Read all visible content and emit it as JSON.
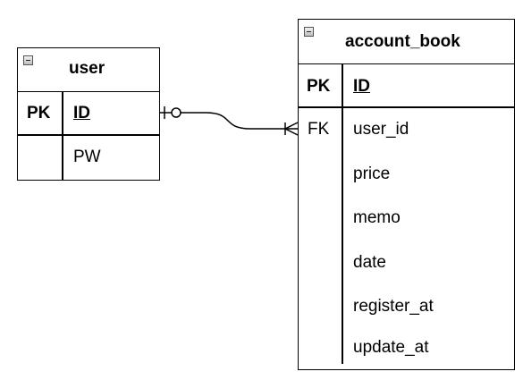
{
  "icons": {
    "collapse": "collapse-minus-icon"
  },
  "user": {
    "title": "user",
    "rows": [
      {
        "key": "PK",
        "field": "ID"
      },
      {
        "key": "",
        "field": "PW"
      }
    ]
  },
  "account_book": {
    "title": "account_book",
    "pk": {
      "key": "PK",
      "field": "ID"
    },
    "fk_key": "FK",
    "fields": [
      "user_id",
      "price",
      "memo",
      "date",
      "register_at",
      "update_at"
    ]
  },
  "relationship": {
    "from": "user.ID",
    "to": "account_book.user_id",
    "from_end": "zero-or-one",
    "to_end": "one-or-many"
  }
}
